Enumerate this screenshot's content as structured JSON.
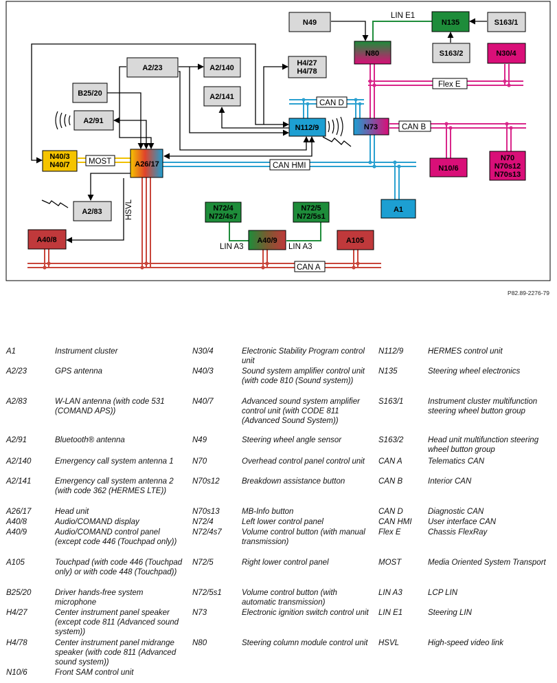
{
  "figure_id": "P82.89-2276-79",
  "nodes": {
    "N49": "N49",
    "N135": "N135",
    "S163_1": "S163/1",
    "N80": "N80",
    "S163_2": "S163/2",
    "N30_4": "N30/4",
    "A2_23": "A2/23",
    "A2_140": "A2/140",
    "H4_27": "H4/27",
    "H4_78": "H4/78",
    "A2_141": "A2/141",
    "B25_20": "B25/20",
    "A2_91": "A2/91",
    "N112_9": "N112/9",
    "N73": "N73",
    "N40_3": "N40/3",
    "N40_7": "N40/7",
    "A26_17": "A26/17",
    "N10_6": "N10/6",
    "N70": "N70",
    "N70s12": "N70s12",
    "N70s13": "N70s13",
    "A2_83": "A2/83",
    "A1": "A1",
    "N72_4": "N72/4",
    "N72_4s7": "N72/4s7",
    "N72_5": "N72/5",
    "N72_5s1": "N72/5s1",
    "A40_8": "A40/8",
    "A40_9": "A40/9",
    "A105": "A105"
  },
  "bus_labels": {
    "lin_e1": "LIN E1",
    "flex_e": "Flex E",
    "can_d": "CAN D",
    "can_b": "CAN B",
    "most": "MOST",
    "can_hmi": "CAN HMI",
    "hsvl": "HSVL",
    "lin_a3_left": "LIN A3",
    "lin_a3_right": "LIN A3",
    "can_a": "CAN A"
  },
  "legend": [
    [
      {
        "code": "A1",
        "desc": "Instrument cluster"
      },
      {
        "code": "A2/23",
        "desc": "GPS antenna"
      },
      {
        "code": "A2/83",
        "desc": "W-LAN antenna (with code 531 (COMAND APS))"
      },
      {
        "code": "A2/91",
        "desc": "Bluetooth® antenna"
      },
      {
        "code": "A2/140",
        "desc": "Emergency call system antenna 1"
      },
      {
        "code": "A2/141",
        "desc": "Emergency call system antenna 2 (with code 362 (HERMES LTE))"
      },
      {
        "code": "A26/17",
        "desc": "Head unit"
      },
      {
        "code": "A40/8",
        "desc": "Audio/COMAND display"
      },
      {
        "code": "A40/9",
        "desc": "Audio/COMAND control panel (except code 446 (Touchpad only))"
      },
      {
        "code": "A105",
        "desc": "Touchpad (with code 446 (Touchpad only) or with code 448 (Touchpad))"
      },
      {
        "code": "B25/20",
        "desc": "Driver hands-free system microphone"
      },
      {
        "code": "H4/27",
        "desc": "Center instrument panel speaker (except code 811 (Advanced sound system))"
      },
      {
        "code": "H4/78",
        "desc": "Center instrument panel midrange speaker (with code 811 (Advanced sound system))"
      },
      {
        "code": "N10/6",
        "desc": "Front SAM control unit"
      }
    ],
    [
      {
        "code": "N30/4",
        "desc": "Electronic Stability Program control unit"
      },
      {
        "code": "N40/3",
        "desc": "Sound system amplifier control unit (with code 810 (Sound system))"
      },
      {
        "code": "N40/7",
        "desc": "Advanced sound system amplifier control unit (with CODE 811 (Advanced Sound System))"
      },
      {
        "code": "N49",
        "desc": "Steering wheel angle sensor"
      },
      {
        "code": "N70",
        "desc": "Overhead control panel control unit"
      },
      {
        "code": "N70s12",
        "desc": "Breakdown assistance button"
      },
      {
        "code": "N70s13",
        "desc": "MB-Info button"
      },
      {
        "code": "N72/4",
        "desc": "Left lower control panel"
      },
      {
        "code": "N72/4s7",
        "desc": "Volume control button (with manual transmission)"
      },
      {
        "code": "N72/5",
        "desc": "Right lower control panel"
      },
      {
        "code": "N72/5s1",
        "desc": "Volume control button (with automatic transmission)"
      },
      {
        "code": "N73",
        "desc": "Electronic ignition switch control unit"
      },
      {
        "code": "N80",
        "desc": "Steering column module control unit"
      }
    ],
    [
      {
        "code": "N112/9",
        "desc": "HERMES control unit"
      },
      {
        "code": "N135",
        "desc": "Steering wheel electronics"
      },
      {
        "code": "S163/1",
        "desc": "Instrument cluster multifunction steering wheel button group"
      },
      {
        "code": "S163/2",
        "desc": "Head unit multifunction steering wheel button group"
      },
      {
        "code": "CAN A",
        "desc": "Telematics CAN"
      },
      {
        "code": "CAN B",
        "desc": "Interior CAN"
      },
      {
        "code": "CAN D",
        "desc": "Diagnostic CAN"
      },
      {
        "code": "CAN HMI",
        "desc": "User interface CAN"
      },
      {
        "code": "Flex E",
        "desc": "Chassis FlexRay"
      },
      {
        "code": "MOST",
        "desc": "Media Oriented System Transport"
      },
      {
        "code": "LIN A3",
        "desc": "LCP LIN"
      },
      {
        "code": "LIN E1",
        "desc": "Steering LIN"
      },
      {
        "code": "HSVL",
        "desc": "High-speed video link"
      }
    ]
  ],
  "colors": {
    "can_a": "#c8453a",
    "can_b": "#d9268a",
    "can_d": "#2aa0d0",
    "can_hmi": "#2aa0d0",
    "flex_e": "#d9268a",
    "most": "#f0c000",
    "lin": "#1e8c3a",
    "grey_box": "#d9d9d9",
    "green_box": "#1e8c3a",
    "magenta_box": "#d90f78",
    "blue_box": "#1d9fd2",
    "yellow_box": "#f5c400",
    "red_box": "#c0393b"
  }
}
